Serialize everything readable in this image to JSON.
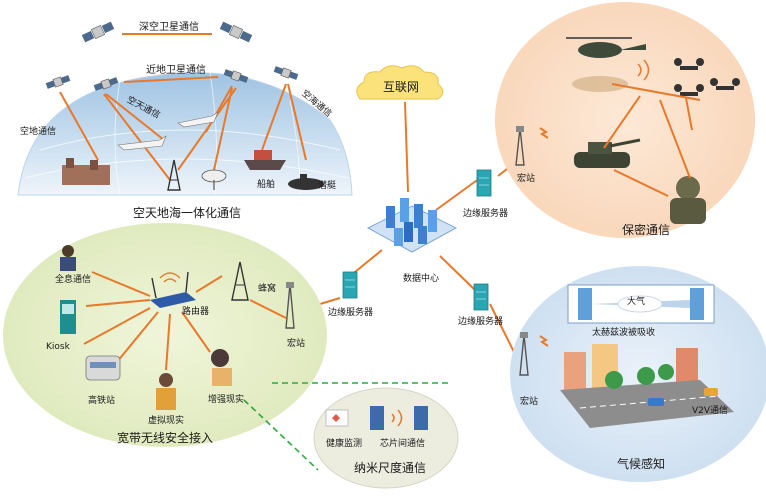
{
  "satellite": {
    "deep_space": "深空卫星通信",
    "near_earth": "近地卫星通信",
    "air_ground": "空地通信",
    "air_space": "空天通信",
    "air_sea": "空海通信",
    "ship": "船舶",
    "submarine": "潜艇",
    "title": "空天地海一体化通信"
  },
  "cloud": {
    "label": "互联网"
  },
  "core": {
    "datacenter": "数据中心",
    "edge_server_top": "边缘服务器",
    "edge_server_left": "边缘服务器",
    "edge_server_bottom": "边缘服务器"
  },
  "secure": {
    "base_station": "宏站",
    "title": "保密通信"
  },
  "wireless": {
    "holographic": "全息通信",
    "router": "路由器",
    "honeycomb": "蜂窝",
    "base_station": "宏站",
    "kiosk": "Kiosk",
    "highspeed_rail": "高铁站",
    "vr": "虚拟现实",
    "ar": "增强现实",
    "title": "宽带无线安全接入"
  },
  "nano": {
    "health": "健康监测",
    "chip": "芯片间通信",
    "title": "纳米尺度通信"
  },
  "climate": {
    "atmosphere": "大气",
    "terahertz": "太赫兹波被吸收",
    "v2v": "V2V通信",
    "base_station": "宏站",
    "title": "气候感知"
  },
  "colors": {
    "link": "#e8792a",
    "wireless_bg": "#e6efc9",
    "secure_bg": "#fbe3cf",
    "climate_bg": "#dbe8f4",
    "nano_bg": "#ececdf",
    "server": "#2aa6b3",
    "dashed": "#2eaa3c"
  }
}
